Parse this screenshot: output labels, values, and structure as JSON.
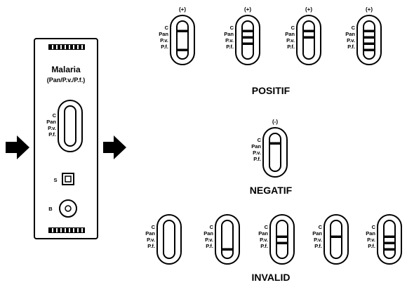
{
  "device": {
    "title": "Malaria",
    "subtitle": "(Pan/P.v./P.f.)",
    "window_labels": [
      "C",
      "Pan",
      "P.v.",
      "P.f."
    ],
    "sample_well_label": "S",
    "buffer_well_label": "B"
  },
  "positive": {
    "heading": "POSITIF",
    "sign": "(+)",
    "strips": [
      {
        "labels": [
          "C",
          "Pan",
          "P.v.",
          "P.f."
        ],
        "lines": [
          "C",
          "P.f."
        ]
      },
      {
        "labels": [
          "C",
          "Pan",
          "P.v.",
          "P.f."
        ],
        "lines": [
          "C",
          "Pan",
          "P.v."
        ]
      },
      {
        "labels": [
          "C",
          "Pan",
          "P.v.",
          "P.f."
        ],
        "lines": [
          "C",
          "Pan"
        ]
      },
      {
        "labels": [
          "C",
          "Pan",
          "P.v.",
          "P.f."
        ],
        "lines": [
          "C",
          "Pan",
          "P.v.",
          "P.f."
        ]
      }
    ]
  },
  "negative": {
    "heading": "NEGATIF",
    "sign": "(-)",
    "strips": [
      {
        "labels": [
          "C",
          "Pan",
          "P.v.",
          "P.f."
        ],
        "lines": [
          "C"
        ]
      }
    ]
  },
  "invalid": {
    "heading": "INVALID",
    "strips": [
      {
        "labels": [
          "C",
          "Pan",
          "P.v.",
          "P.f."
        ],
        "lines": []
      },
      {
        "labels": [
          "C",
          "Pan",
          "P.v.",
          "P.f."
        ],
        "lines": [
          "P.f."
        ]
      },
      {
        "labels": [
          "C",
          "Pan",
          "P.v.",
          "P.f."
        ],
        "lines": [
          "Pan",
          "P.v."
        ]
      },
      {
        "labels": [
          "C",
          "Pan",
          "P.v.",
          "P.f."
        ],
        "lines": [
          "Pan"
        ]
      },
      {
        "labels": [
          "C",
          "Pan",
          "P.v.",
          "P.f."
        ],
        "lines": [
          "Pan",
          "P.v.",
          "P.f."
        ]
      }
    ]
  },
  "colors": {
    "ink": "#000000",
    "background": "#ffffff"
  }
}
